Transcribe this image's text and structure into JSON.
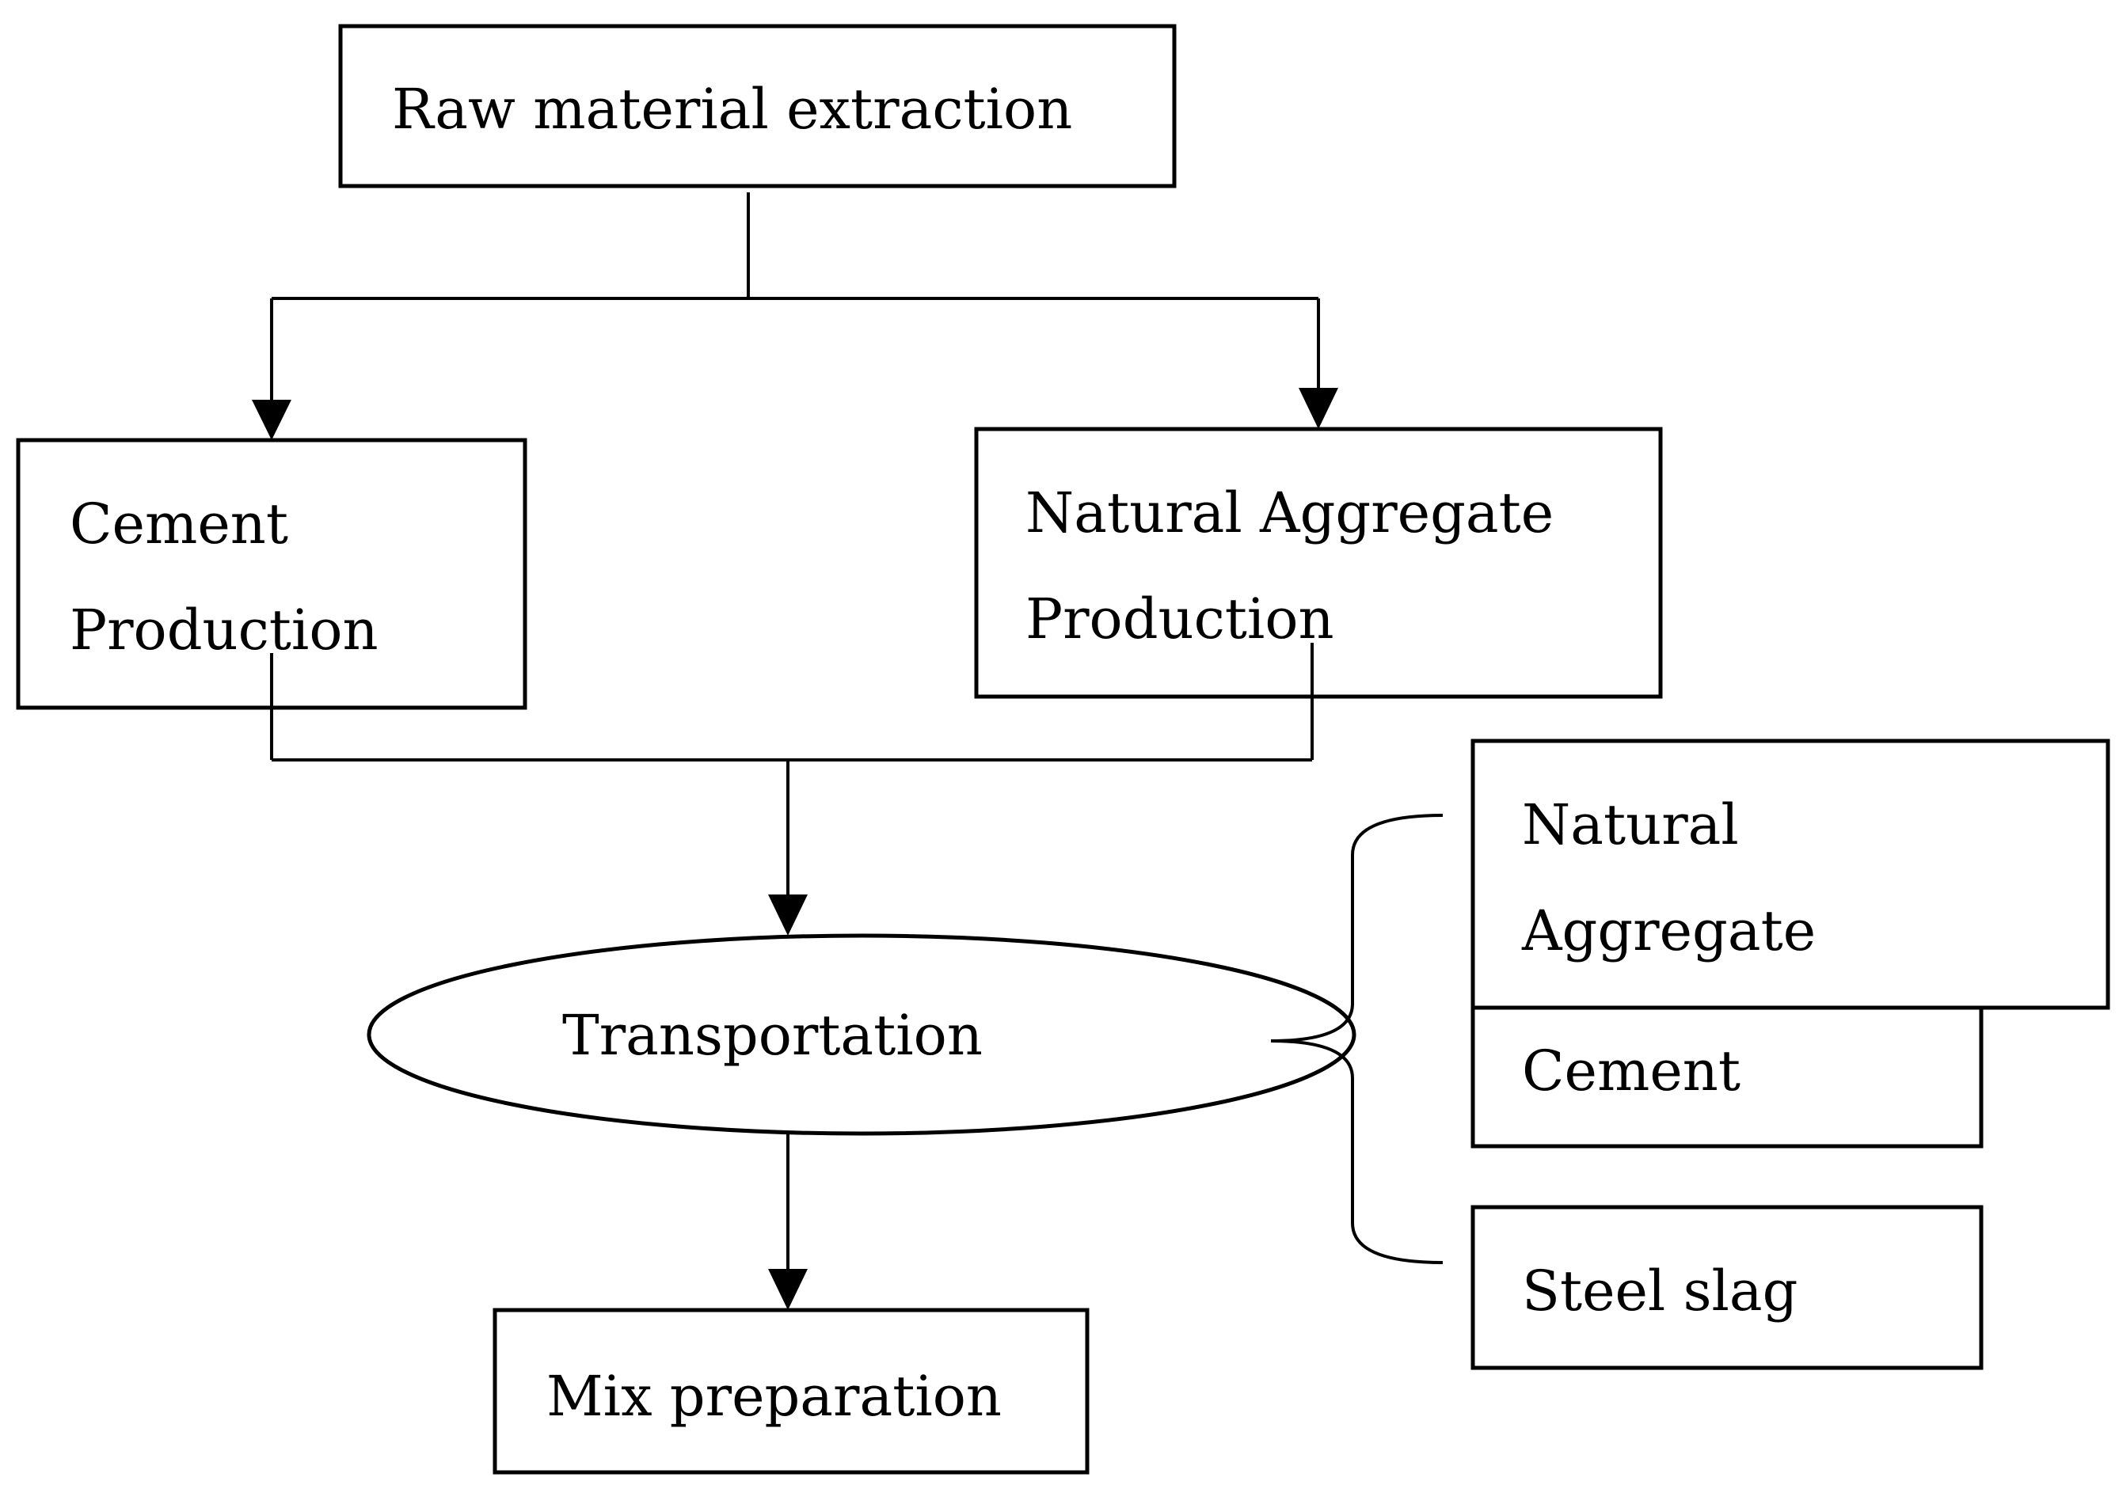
{
  "diagram": {
    "nodes": {
      "raw_material": {
        "label": "Raw material extraction"
      },
      "cement_production": {
        "lines": [
          "Cement",
          "Production"
        ]
      },
      "aggregate_production": {
        "lines": [
          "Natural Aggregate",
          "Production"
        ]
      },
      "transportation": {
        "label": "Transportation"
      },
      "mix_preparation": {
        "label": "Mix preparation"
      }
    },
    "transported_items": {
      "natural_aggregate": {
        "lines": [
          "Natural",
          "Aggregate"
        ]
      },
      "cement": {
        "label": "Cement"
      },
      "steel_slag": {
        "label": "Steel slag"
      }
    }
  },
  "colors": {
    "stroke": "#000000",
    "text": "#000000",
    "background": "#ffffff"
  }
}
